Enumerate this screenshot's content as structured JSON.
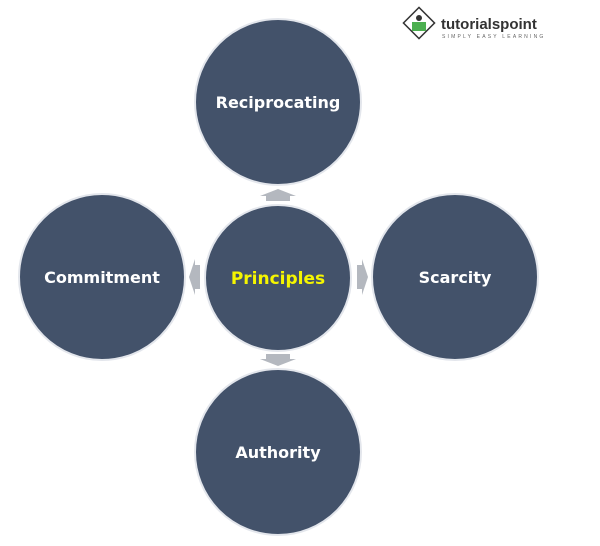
{
  "logo": {
    "brand": "tutorialspoint",
    "tagline": "SIMPLY EASY LEARNING"
  },
  "center": {
    "label": "Principles",
    "text_color": "#f5f500"
  },
  "nodes": {
    "top": "Reciprocating",
    "left": "Commitment",
    "right": "Scarcity",
    "bottom": "Authority"
  },
  "colors": {
    "circle": "#43526a",
    "arrow": "#b4b8bf",
    "label": "#ffffff"
  }
}
